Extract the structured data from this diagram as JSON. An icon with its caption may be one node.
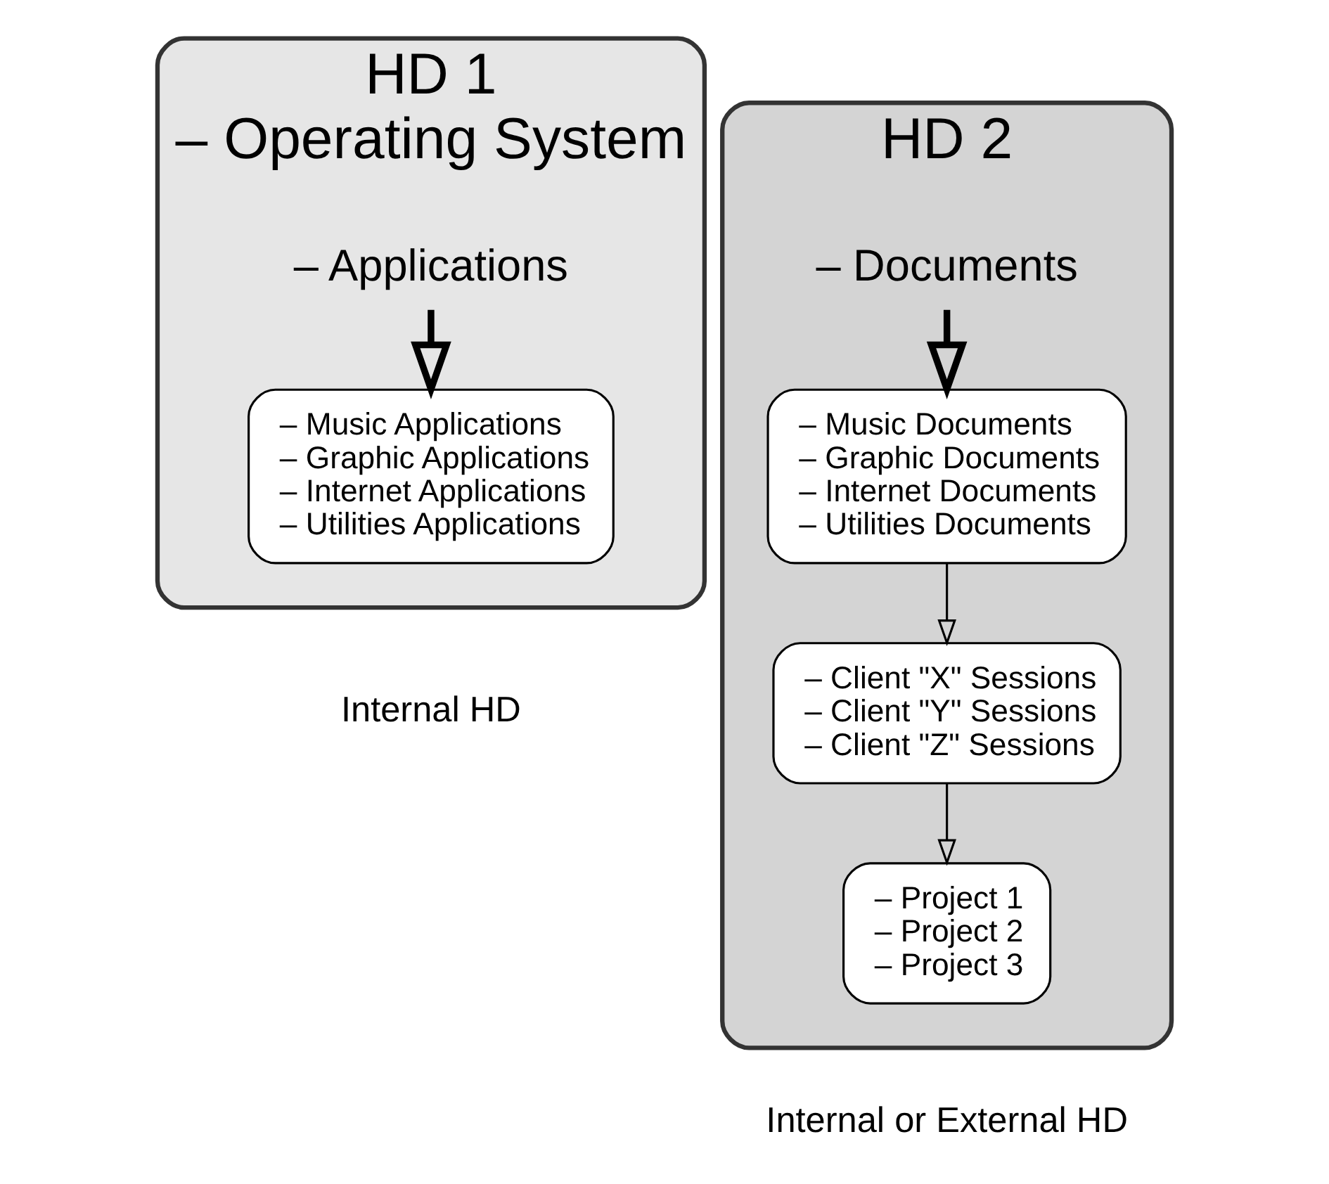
{
  "diagram": {
    "nodes": [
      {
        "text": [
          "HD 1",
          "– Operating System"
        ],
        "beside": [
          "Internal HD"
        ]
      },
      {
        "text": [
          "– Applications"
        ],
        "in": 0
      },
      {
        "text": [
          "– Music Applications",
          "– Graphic Applications",
          "– Internet Applications",
          "– Utilities Applications"
        ],
        "in": 0
      },
      {
        "text": [
          "HD 2"
        ],
        "beside": [
          "Internal or External HD"
        ]
      },
      {
        "text": [
          "– Documents"
        ],
        "in": 3
      },
      {
        "text": [
          "– Music Documents",
          "– Graphic Documents",
          "– Internet Documents",
          "– Utilities Documents"
        ],
        "in": 3
      },
      {
        "text": [
          "– Client \"X\" Sessions",
          "– Client \"Y\" Sessions",
          "– Client \"Z\" Sessions"
        ],
        "in": 3
      },
      {
        "text": [
          "– Project 1",
          "– Project 2",
          "– Project 3"
        ],
        "in": 3
      }
    ],
    "edges": [
      {
        "from": 1,
        "to": 2,
        "arrow": "to",
        "style": "thick"
      },
      {
        "from": 4,
        "to": 5,
        "arrow": "to",
        "style": "thick"
      },
      {
        "from": 5,
        "to": 6,
        "arrow": "to"
      },
      {
        "from": 6,
        "to": 7,
        "arrow": "to"
      }
    ]
  }
}
